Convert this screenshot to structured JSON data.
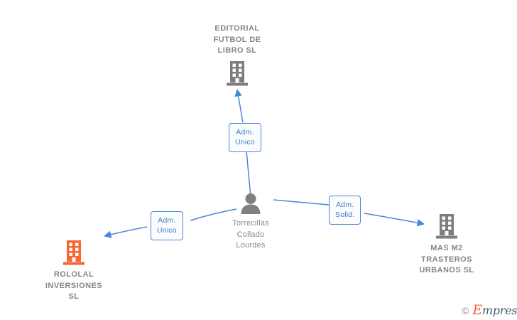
{
  "diagram": {
    "type": "corporate-relationship-network",
    "background": "#ffffff",
    "colors": {
      "edge": "#4a86d6",
      "chip_border": "#4a86d6",
      "chip_text": "#3d7bc8",
      "chip_fill": "#fbfcfe",
      "company_gray": "#7d7d7d",
      "company_orange": "#fa6432",
      "label_gray": "#858585",
      "person_gray": "#808080"
    },
    "nodes": [
      {
        "id": "editorial-futbol-de-libro-sl",
        "kind": "company",
        "icon": "building-icon",
        "icon_color": "#7d7d7d",
        "label": "EDITORIAL\nFUTBOL DE\nLIBRO SL",
        "label_position": "above-icon"
      },
      {
        "id": "torrecillas-collado-lourdes",
        "kind": "person",
        "icon": "person-icon",
        "icon_color": "#808080",
        "label": "Torrecillas\nCollado\nLourdes",
        "label_position": "below-icon"
      },
      {
        "id": "rololal-inversiones-sl",
        "kind": "company",
        "icon": "building-icon",
        "icon_color": "#fa6432",
        "label": "ROLOLAL\nINVERSIONES\nSL",
        "label_position": "below-icon"
      },
      {
        "id": "mas-m2-trasteros-urbanos-sl",
        "kind": "company",
        "icon": "building-icon",
        "icon_color": "#7d7d7d",
        "label": "MAS M2\nTRASTEROS\nURBANOS  SL",
        "label_position": "below-icon"
      }
    ],
    "edges": [
      {
        "id": "edge-person-to-editorial",
        "from": "torrecillas-collado-lourdes",
        "to": "editorial-futbol-de-libro-sl",
        "chip_label": "Adm.\nUnico",
        "direction": "up"
      },
      {
        "id": "edge-person-to-rololal",
        "from": "torrecillas-collado-lourdes",
        "to": "rololal-inversiones-sl",
        "chip_label": "Adm.\nUnico",
        "direction": "down-left"
      },
      {
        "id": "edge-person-to-mas-m2",
        "from": "torrecillas-collado-lourdes",
        "to": "mas-m2-trasteros-urbanos-sl",
        "chip_label": "Adm.\nSolid.",
        "direction": "right"
      }
    ]
  },
  "watermark": {
    "copyright": "©",
    "brand_first": "E",
    "brand_rest": "mpresia"
  }
}
